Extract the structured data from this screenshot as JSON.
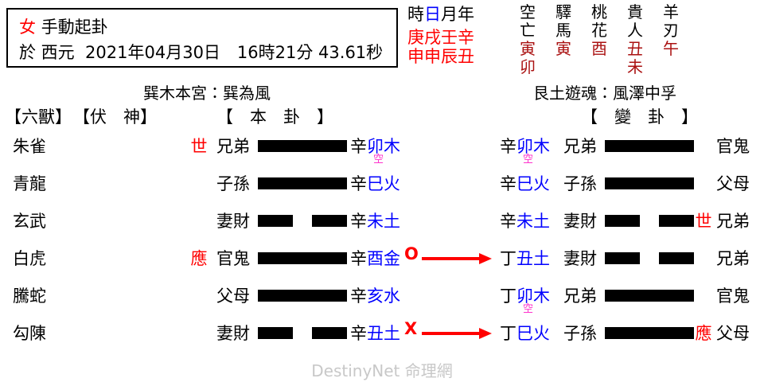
{
  "info": {
    "gender": "女",
    "method": "手動起卦",
    "prefix": "於 西元",
    "datetime": "2021年04月30日　16時21分 43.61秒"
  },
  "pillars": {
    "headers": [
      "時",
      "日",
      "月",
      "年"
    ],
    "header_text": "時日月年",
    "stems_text": "庚戌壬辛",
    "branches_text": "申申辰丑"
  },
  "shensha": [
    {
      "name_top": "空",
      "name_bottom": "亡",
      "value_top": "寅",
      "value_bottom": "卯"
    },
    {
      "name_top": "驛",
      "name_bottom": "馬",
      "value_top": "寅",
      "value_bottom": ""
    },
    {
      "name_top": "桃",
      "name_bottom": "花",
      "value_top": "酉",
      "value_bottom": ""
    },
    {
      "name_top": "貴",
      "name_bottom": "人",
      "value_top": "丑",
      "value_bottom": "未"
    },
    {
      "name_top": "羊",
      "name_bottom": "刃",
      "value_top": "午",
      "value_bottom": ""
    }
  ],
  "palace": {
    "left": "巽木本宮：巽為風",
    "right": "艮土遊魂：風澤中孚"
  },
  "headers": {
    "beast": "【六獸】",
    "fushen": "【伏　神】",
    "benkua": "【　本　卦　】",
    "biankua": "【　變　卦　】"
  },
  "rows": [
    {
      "beast": "朱雀",
      "shiying_left": "世",
      "liuqin_left": "兄弟",
      "line_left": "yang",
      "stem_left": "辛",
      "branch_left": "卯木",
      "kong_left": "空",
      "marker": "",
      "stem_right": "辛",
      "branch_right": "卯木",
      "kong_right": "空",
      "liuqin_right": "兄弟",
      "line_right": "yang",
      "shiying_right": "",
      "liuqin_far": "官鬼"
    },
    {
      "beast": "青龍",
      "shiying_left": "",
      "liuqin_left": "子孫",
      "line_left": "yang",
      "stem_left": "辛",
      "branch_left": "巳火",
      "kong_left": "",
      "marker": "",
      "stem_right": "辛",
      "branch_right": "巳火",
      "kong_right": "",
      "liuqin_right": "子孫",
      "line_right": "yang",
      "shiying_right": "",
      "liuqin_far": "父母"
    },
    {
      "beast": "玄武",
      "shiying_left": "",
      "liuqin_left": "妻財",
      "line_left": "yin",
      "stem_left": "辛",
      "branch_left": "未土",
      "kong_left": "",
      "marker": "",
      "stem_right": "辛",
      "branch_right": "未土",
      "kong_right": "",
      "liuqin_right": "妻財",
      "line_right": "yin",
      "shiying_right": "世",
      "liuqin_far": "兄弟"
    },
    {
      "beast": "白虎",
      "shiying_left": "應",
      "liuqin_left": "官鬼",
      "line_left": "yang",
      "stem_left": "辛",
      "branch_left": "酉金",
      "kong_left": "",
      "marker": "O",
      "stem_right": "丁",
      "branch_right": "丑土",
      "kong_right": "",
      "liuqin_right": "妻財",
      "line_right": "yin",
      "shiying_right": "",
      "liuqin_far": "兄弟"
    },
    {
      "beast": "騰蛇",
      "shiying_left": "",
      "liuqin_left": "父母",
      "line_left": "yang",
      "stem_left": "辛",
      "branch_left": "亥水",
      "kong_left": "",
      "marker": "",
      "stem_right": "丁",
      "branch_right": "卯木",
      "kong_right": "空",
      "liuqin_right": "兄弟",
      "line_right": "yang",
      "shiying_right": "",
      "liuqin_far": "官鬼"
    },
    {
      "beast": "勾陳",
      "shiying_left": "",
      "liuqin_left": "妻財",
      "line_left": "yin",
      "stem_left": "辛",
      "branch_left": "丑土",
      "kong_left": "",
      "marker": "X",
      "stem_right": "丁",
      "branch_right": "巳火",
      "kong_right": "",
      "liuqin_right": "子孫",
      "line_right": "yang",
      "shiying_right": "應",
      "liuqin_far": "父母"
    }
  ],
  "watermark": "DestinyNet 命理網",
  "colors": {
    "red": "#ff0000",
    "blue": "#0000ff",
    "dark_red": "#aa1111",
    "magenta": "#ff33cc",
    "watermark_gray": "#c8c8c8"
  }
}
